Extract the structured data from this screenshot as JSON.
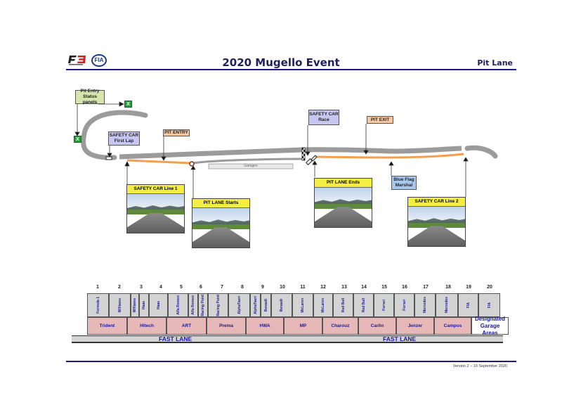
{
  "header": {
    "logo_f3": "F3",
    "logo_fia": "FIA",
    "title": "2020 Mugello Event",
    "section": "Pit Lane"
  },
  "diagram": {
    "pit_entry_status": "Pit Entry Status panels",
    "pit_entry_status_lines": [
      "Pit Entry",
      "Status panels"
    ],
    "status_panel_glyph": "X",
    "safety_car_first_lap": [
      "SAFETY CAR",
      "First Lap"
    ],
    "pit_entry": "PIT ENTRY",
    "safety_car_race": [
      "SAFETY CAR",
      "Race"
    ],
    "pit_exit": "PIT EXIT",
    "garages_label": "Garages",
    "blue_flag_marshal": [
      "Blue Flag",
      "Marshal"
    ],
    "photos": {
      "sc_line1": "SAFETY CAR Line 1",
      "pit_lane_starts": "PIT LANE Starts",
      "pit_lane_ends": "PIT LANE Ends",
      "sc_line2": "SAFETY CAR Line 2"
    },
    "colors": {
      "track": "#9b9b9b",
      "pit_lane": "#f0a050",
      "status_box": "#d6e4b0",
      "safety_car_box": "#c6c6f0",
      "pit_box": "#f8c8a0",
      "marshal_box": "#a8c8f0",
      "caption": "#f4ee44"
    }
  },
  "garages": {
    "numbers": [
      "1",
      "2",
      "3",
      "4",
      "5",
      "6",
      "7",
      "8",
      "9",
      "10",
      "11",
      "12",
      "13",
      "14",
      "15",
      "16",
      "17",
      "18",
      "19",
      "20"
    ],
    "slots": [
      "Formula 1",
      "Williams",
      "Williams",
      "Haas",
      "Haas",
      "Alfa Romeo",
      "Alfa Romeo",
      "Racing Point",
      "Racing Point",
      "AlphaTauri",
      "AlphaTauri",
      "Renault",
      "Renault",
      "McLaren",
      "McLaren",
      "Red Bull",
      "Red Bull",
      "Ferrari",
      "Ferrari",
      "Mercedes",
      "Mercedes",
      "FIA",
      "FIA"
    ],
    "teams": [
      "Trident",
      "Hitech",
      "ART",
      "Prema",
      "HWA",
      "MP",
      "Charouz",
      "Carlin",
      "Jenzer",
      "Campos"
    ],
    "designated": [
      "Designated",
      "Garage Areas"
    ],
    "fast_lane": "FAST LANE"
  },
  "footer": {
    "version": "Version 2 – 10 September 2020"
  }
}
